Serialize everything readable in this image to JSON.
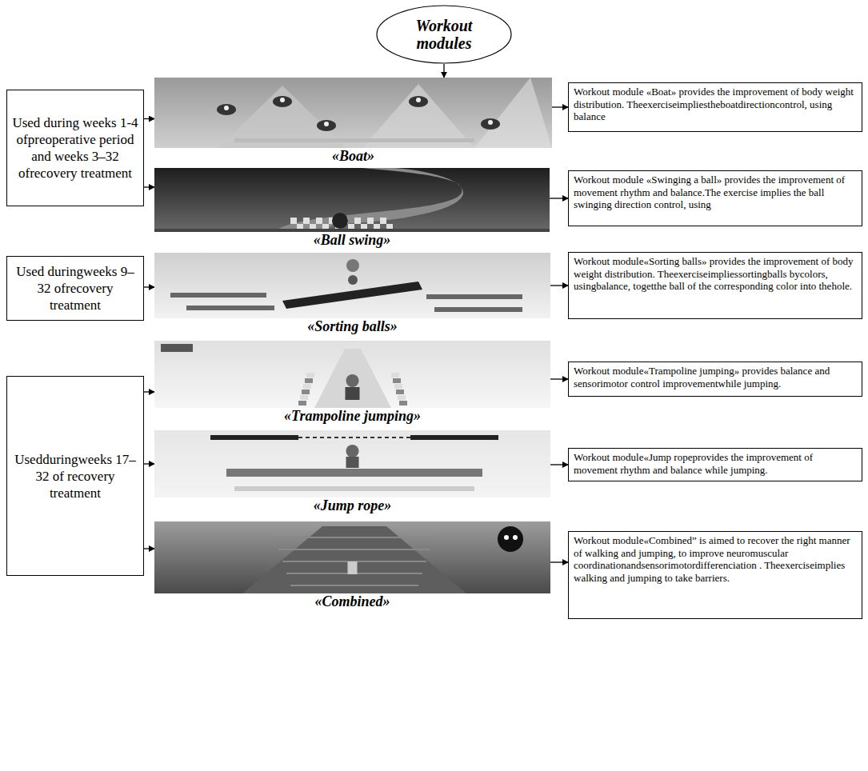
{
  "diagram": {
    "nodes": [
      {
        "text": [
          "Workout modules"
        ]
      },
      {
        "text": [
          "Used during weeks 1-4 ofpreoperative period and weeks 3–32 ofrecovery treatment"
        ]
      },
      {
        "text": [
          "«Boat»"
        ]
      },
      {
        "text": [
          "Workout module «Boat» provides the improvement of body weight distribution. Theexerciseimpliestheboatdirectioncontrol, using balance"
        ]
      },
      {
        "text": [
          "«Ball swing»"
        ]
      },
      {
        "text": [
          "Workout module «Swinging a ball» provides the improvement of movement rhythm and balance.The exercise implies the ball swinging direction control, using"
        ]
      },
      {
        "text": [
          "Used duringweeks 9–32 ofrecovery treatment"
        ]
      },
      {
        "text": [
          "«Sorting balls»"
        ]
      },
      {
        "text": [
          "Workout module«Sorting balls» provides the improvement of body weight distribution. Theexerciseimpliessortingballs bycolors, usingbalance, togetthe ball of the corresponding color into thehole."
        ]
      },
      {
        "text": [
          "«Trampoline jumping»"
        ]
      },
      {
        "text": [
          "Workout module«Trampoline jumping» provides balance and sensorimotor control improvementwhile jumping."
        ]
      },
      {
        "text": [
          "Usedduringweeks 17–32 of recovery treatment"
        ]
      },
      {
        "text": [
          "«Jump rope»"
        ]
      },
      {
        "text": [
          "Workout module«Jump ropeprovides the improvement of movement rhythm and balance while jumping."
        ]
      },
      {
        "text": [
          "«Combined»"
        ]
      },
      {
        "text": [
          "Workout module«Combined” is aimed to recover the right manner of walking and jumping, to improve neuromuscular coordinationandsensorimotordifferenciation . Theexerciseimplies walking and jumping to take barriers."
        ]
      }
    ],
    "edges": [
      {
        "from": 0,
        "to": 2,
        "arrow": "to"
      },
      {
        "from": 1,
        "to": 2,
        "arrow": "to"
      },
      {
        "from": 1,
        "to": 4,
        "arrow": "to"
      },
      {
        "from": 2,
        "to": 3,
        "arrow": "to"
      },
      {
        "from": 4,
        "to": 5,
        "arrow": "to"
      },
      {
        "from": 6,
        "to": 7,
        "arrow": "to"
      },
      {
        "from": 7,
        "to": 8,
        "arrow": "to"
      },
      {
        "from": 11,
        "to": 9,
        "arrow": "to"
      },
      {
        "from": 11,
        "to": 12,
        "arrow": "to"
      },
      {
        "from": 11,
        "to": 14,
        "arrow": "to"
      },
      {
        "from": 9,
        "to": 10,
        "arrow": "to"
      },
      {
        "from": 12,
        "to": 13,
        "arrow": "to"
      },
      {
        "from": 14,
        "to": 15,
        "arrow": "to"
      }
    ]
  }
}
